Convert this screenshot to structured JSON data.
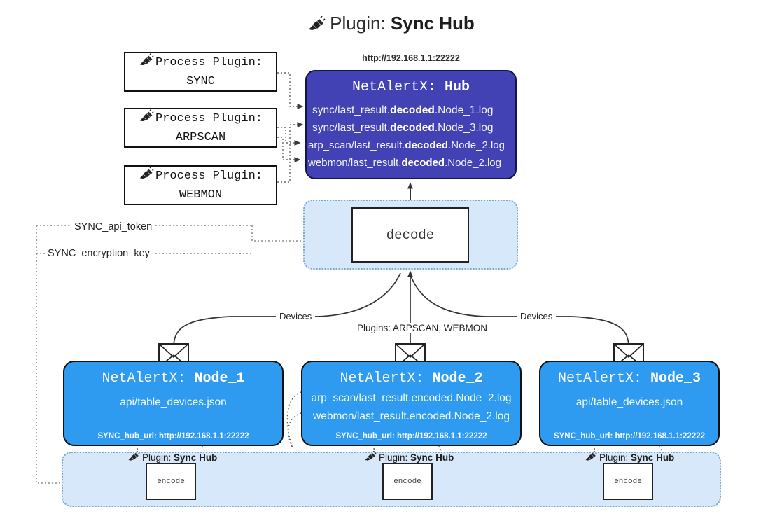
{
  "title": {
    "icon": "plug-icon",
    "prefix": "Plugin:",
    "name": "Sync Hub"
  },
  "process_plugins": [
    {
      "icon": "plug-icon",
      "line1": "Process Plugin:",
      "line2": "SYNC"
    },
    {
      "icon": "plug-icon",
      "line1": "Process Plugin:",
      "line2": "ARPSCAN"
    },
    {
      "icon": "plug-icon",
      "line1": "Process Plugin:",
      "line2": "WEBMON"
    }
  ],
  "hub": {
    "url": "http://192.168.1.1:22222",
    "title_prefix": "NetAlertX:",
    "title_name": "Hub",
    "logs": [
      {
        "pre": "sync/last_result.",
        "em": "decoded",
        "post": ".Node_1.log"
      },
      {
        "pre": "sync/last_result.",
        "em": "decoded",
        "post": ".Node_3.log"
      },
      {
        "pre": "arp_scan/last_result.",
        "em": "decoded",
        "post": ".Node_2.log"
      },
      {
        "pre": "webmon/last_result.",
        "em": "decoded",
        "post": ".Node_2.log"
      }
    ],
    "color": "#4242b5"
  },
  "decode": {
    "label": "decode",
    "band_color": "#d7e8fa"
  },
  "tokens": {
    "api_token": "SYNC_api_token",
    "encryption_key": "SYNC_encryption_key"
  },
  "edge_labels": {
    "devices_left": "Devices",
    "devices_right": "Devices",
    "plugins_center": "Plugins: ARPSCAN, WEBMON"
  },
  "nodes": [
    {
      "title_prefix": "NetAlertX:",
      "title_name": "Node_1",
      "lines": [
        "api/table_devices.json"
      ],
      "url_label": "SYNC_hub_url:",
      "url": "http://192.168.1.1:22222",
      "envelope_icon": "envelope-icon",
      "color": "#2e9bf0"
    },
    {
      "title_prefix": "NetAlertX:",
      "title_name": "Node_2",
      "lines": [
        "arp_scan/last_result.encoded.Node_2.log",
        "webmon/last_result.encoded.Node_2.log"
      ],
      "url_label": "SYNC_hub_url:",
      "url": "http://192.168.1.1:22222",
      "envelope_icon": "envelope-icon",
      "color": "#2e9bf0"
    },
    {
      "title_prefix": "NetAlertX:",
      "title_name": "Node_3",
      "lines": [
        "api/table_devices.json"
      ],
      "url_label": "SYNC_hub_url:",
      "url": "http://192.168.1.1:22222",
      "envelope_icon": "envelope-icon",
      "color": "#2e9bf0"
    }
  ],
  "encode_band": {
    "plugin_prefix": "Plugin:",
    "plugin_name": "Sync Hub",
    "box_label": "encode",
    "band_color": "#d7e8fa",
    "items": [
      {
        "label": "encode"
      },
      {
        "label": "encode"
      },
      {
        "label": "encode"
      }
    ]
  }
}
